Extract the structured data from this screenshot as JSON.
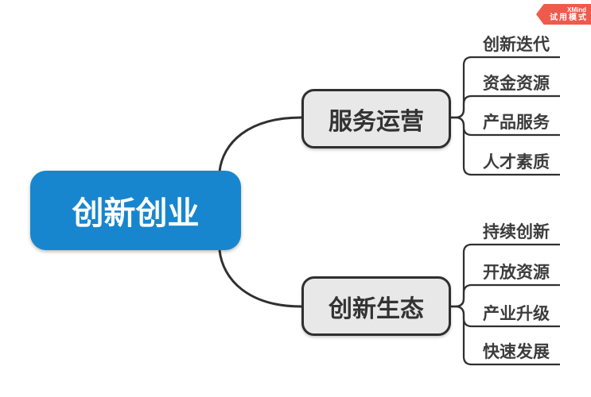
{
  "badge": {
    "brand": "XMind",
    "mode_label": "试用模式"
  },
  "map": {
    "root": {
      "label": "创新创业"
    },
    "branches": [
      {
        "label": "服务运营",
        "children": [
          {
            "label": "创新迭代"
          },
          {
            "label": "资金资源"
          },
          {
            "label": "产品服务"
          },
          {
            "label": "人才素质"
          }
        ]
      },
      {
        "label": "创新生态",
        "children": [
          {
            "label": "持续创新"
          },
          {
            "label": "开放资源"
          },
          {
            "label": "产业升级"
          },
          {
            "label": "快速发展"
          }
        ]
      }
    ]
  },
  "colors": {
    "root_bg": "#1786CE",
    "root_text": "#FFFFFF",
    "branch_bg": "#E8E8E8",
    "branch_border": "#2F2F2F",
    "line": "#303030",
    "leaf_text": "#3C3C3C",
    "badge_bg": "#F05A4D",
    "badge_text": "#FFFFFF"
  }
}
